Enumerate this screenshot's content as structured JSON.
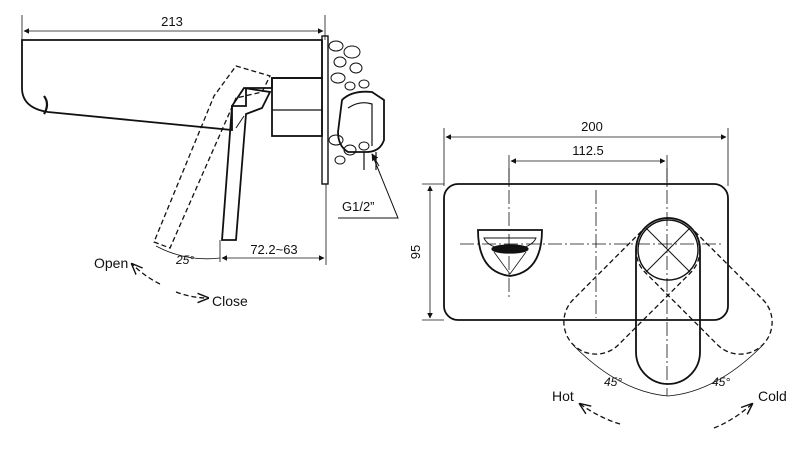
{
  "dimensions": {
    "spout_length": "213",
    "escutcheon_width": "200",
    "handle_offset": "112.5",
    "escutcheon_height": "95",
    "projection_range": "72.2~63",
    "thread": "G1/2”",
    "handle_angle": "25°",
    "hot_angle": "45°",
    "cold_angle": "45°"
  },
  "labels": {
    "open": "Open",
    "close": "Close",
    "hot": "Hot",
    "cold": "Cold"
  },
  "colors": {
    "line": "#111111",
    "background": "#ffffff"
  }
}
